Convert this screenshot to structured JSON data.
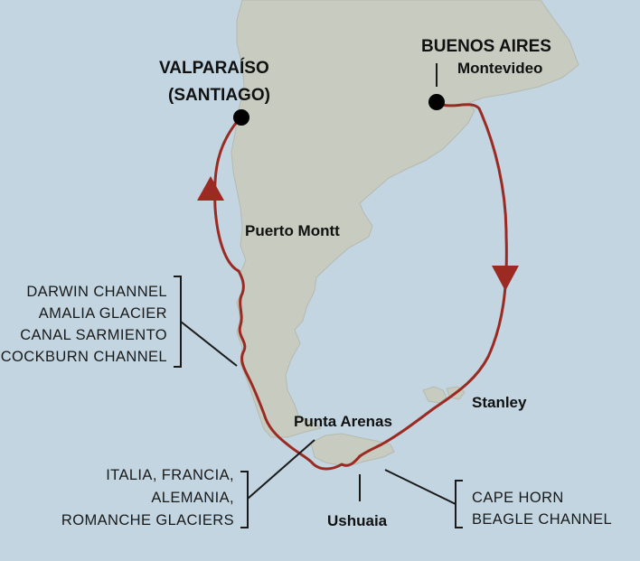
{
  "map": {
    "colors": {
      "ocean": "#c2d5e0",
      "land": "#c7cbc0",
      "route": "#9b2a22",
      "label": "#111111"
    },
    "ports": {
      "valparaiso": "VALPARAÍSO",
      "santiago": "(SANTIAGO)",
      "buenos_aires": "BUENOS AIRES",
      "montevideo": "Montevideo",
      "puerto_montt": "Puerto Montt",
      "stanley": "Stanley",
      "punta_arenas": "Punta Arenas",
      "ushuaia": "Ushuaia"
    },
    "callouts": {
      "chilean_fjords": [
        "DARWIN CHANNEL",
        "AMALIA GLACIER",
        "CANAL SARMIENTO",
        "COCKBURN CHANNEL"
      ],
      "glaciers": [
        "ITALIA, FRANCIA,",
        "ALEMANIA,",
        "ROMANCHE GLACIERS"
      ],
      "cape_horn": [
        "CAPE HORN",
        "BEAGLE CHANNEL"
      ]
    },
    "icons": {
      "port_marker": "port-dot-icon",
      "direction": "route-arrow-icon"
    }
  }
}
